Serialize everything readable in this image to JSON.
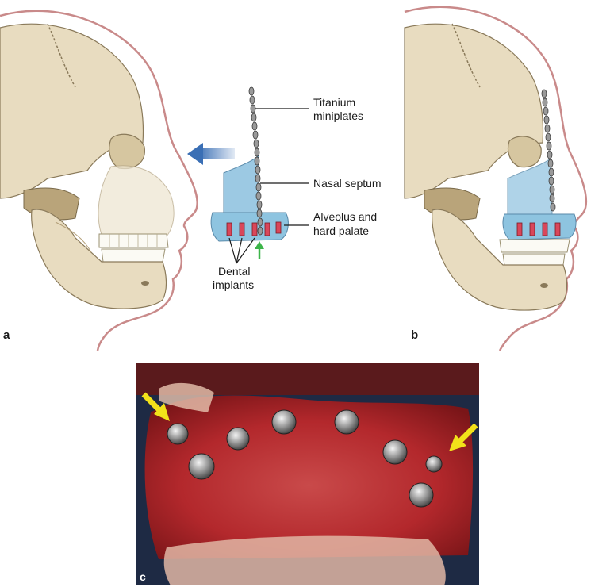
{
  "panels": {
    "a": {
      "letter": "a"
    },
    "b": {
      "letter": "b"
    },
    "c": {
      "letter": "c"
    }
  },
  "labels": {
    "titanium_line1": "Titanium",
    "titanium_line2": "miniplates",
    "nasal_septum": "Nasal septum",
    "alveolus_line1": "Alveolus and",
    "alveolus_line2": "hard palate",
    "implants_line1": "Dental",
    "implants_line2": "implants"
  },
  "colors": {
    "skin_outline": "#c98a8a",
    "bone": "#e8dcc0",
    "bone_shadow": "#cdbd98",
    "graft_blue": "#8ec4e0",
    "implant_red": "#d9475a",
    "arrow_blue": "#3a6fb5",
    "arrow_green": "#3db54a",
    "arrow_yellow": "#f2e21a",
    "tissue_red": "#b8242a"
  },
  "icons": {
    "advancement_arrow": "blue-left-arrow",
    "implant_marker": "green-up-arrow",
    "photo_markers": "yellow-arrows"
  }
}
